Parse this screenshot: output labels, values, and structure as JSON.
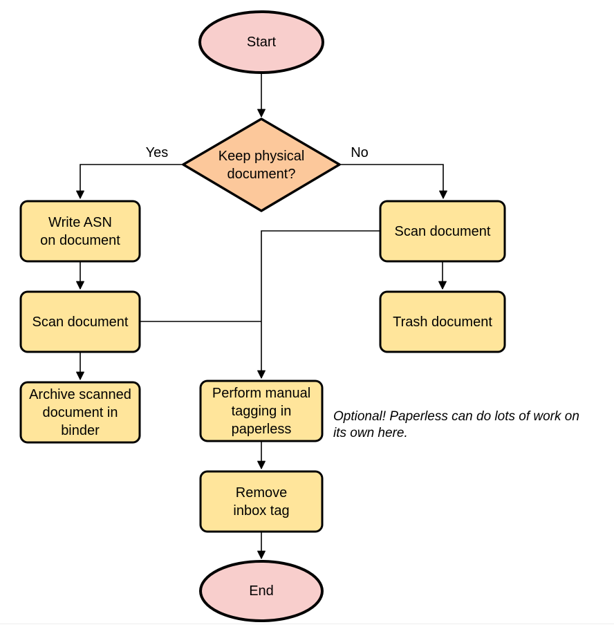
{
  "diagram": {
    "type": "flowchart",
    "background": "#ffffff",
    "colors": {
      "terminal_fill": "#F8CECC",
      "decision_fill": "#FCC89B",
      "process_fill": "#FFE59B",
      "stroke": "#000000",
      "connector": "#000000",
      "text": "#000000"
    },
    "nodes": {
      "start": {
        "label": "Start",
        "type": "terminal"
      },
      "decision": {
        "label": "Keep physical\ndocument?",
        "type": "decision"
      },
      "write_asn": {
        "label": "Write ASN\non document",
        "type": "process"
      },
      "scan_left": {
        "label": "Scan document",
        "type": "process"
      },
      "archive": {
        "label": "Archive scanned\ndocument in\nbinder",
        "type": "process"
      },
      "scan_right": {
        "label": "Scan document",
        "type": "process"
      },
      "trash": {
        "label": "Trash document",
        "type": "process"
      },
      "tagging": {
        "label": "Perform manual\ntagging in\npaperless",
        "type": "process"
      },
      "remove_inbox": {
        "label": "Remove\ninbox tag",
        "type": "process"
      },
      "end": {
        "label": "End",
        "type": "terminal"
      }
    },
    "edge_labels": {
      "yes": "Yes",
      "no": "No"
    },
    "note": {
      "text": "Optional! Paperless can do lots of work on\nits own here."
    }
  }
}
